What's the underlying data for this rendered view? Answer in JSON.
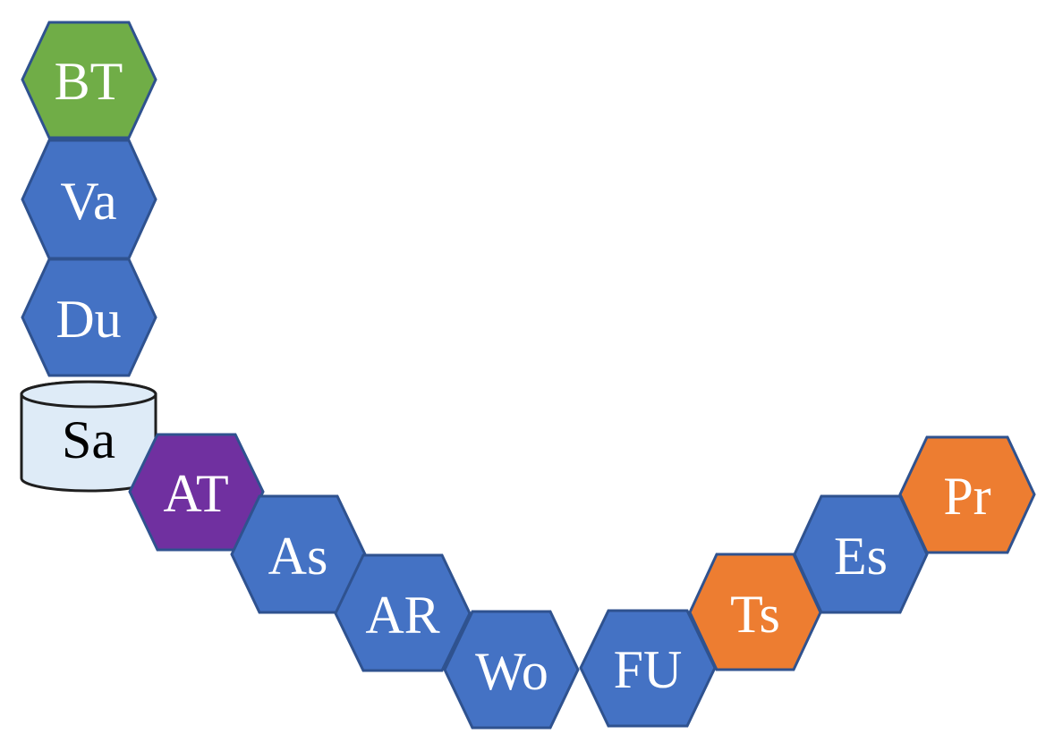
{
  "diagram": {
    "type": "hexagon-chain",
    "colors": {
      "green": "#70AD47",
      "blue": "#4472C4",
      "purple": "#7030A0",
      "orange": "#ED7D31",
      "light_blue": "#DEEBF7",
      "hex_border": "#2F528F",
      "cylinder_border": "#1F1F1F"
    },
    "nodes": [
      {
        "id": "bt",
        "label": "BT",
        "shape": "hexagon",
        "color": "green"
      },
      {
        "id": "va",
        "label": "Va",
        "shape": "hexagon",
        "color": "blue"
      },
      {
        "id": "du",
        "label": "Du",
        "shape": "hexagon",
        "color": "blue"
      },
      {
        "id": "sa",
        "label": "Sa",
        "shape": "cylinder",
        "color": "light_blue"
      },
      {
        "id": "at",
        "label": "AT",
        "shape": "hexagon",
        "color": "purple"
      },
      {
        "id": "as",
        "label": "As",
        "shape": "hexagon",
        "color": "blue"
      },
      {
        "id": "ar",
        "label": "AR",
        "shape": "hexagon",
        "color": "blue"
      },
      {
        "id": "wo",
        "label": "Wo",
        "shape": "hexagon",
        "color": "blue"
      },
      {
        "id": "fu",
        "label": "FU",
        "shape": "hexagon",
        "color": "blue"
      },
      {
        "id": "ts",
        "label": "Ts",
        "shape": "hexagon",
        "color": "orange"
      },
      {
        "id": "es",
        "label": "Es",
        "shape": "hexagon",
        "color": "blue"
      },
      {
        "id": "pr",
        "label": "Pr",
        "shape": "hexagon",
        "color": "orange"
      }
    ]
  }
}
